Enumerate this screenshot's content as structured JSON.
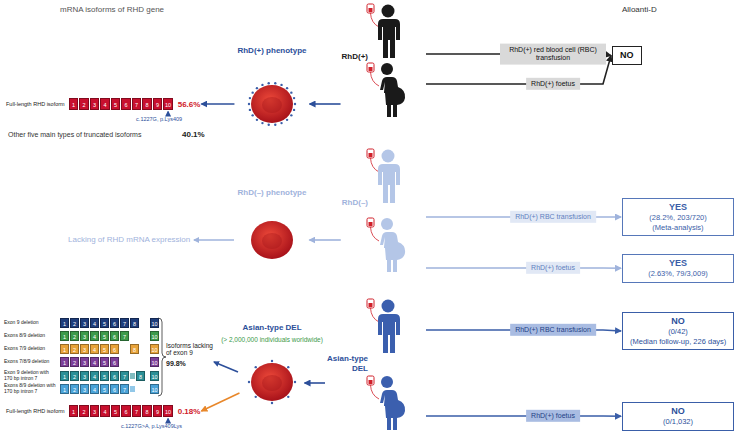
{
  "diagram": {
    "nodes": [
      {
        "text": [
          "Full-length RHD isoform",
          "1",
          "2",
          "3",
          "4",
          "5",
          "6",
          "7",
          "8",
          "9",
          "10",
          "56.6%"
        ]
      },
      {
        "text": [
          "RhD(+) phenotype"
        ]
      },
      {
        "text": [
          "RhD(+)"
        ]
      },
      {
        "text": [
          "NO"
        ]
      },
      {
        "text": [
          "RhD(–) phenotype"
        ]
      },
      {
        "text": [
          "RhD(–)"
        ]
      },
      {
        "text": [
          "YES",
          "(28.2%, 203/720)",
          "(Meta-analysis)"
        ]
      },
      {
        "text": [
          "YES",
          "(2.63%, 79/3,009)"
        ]
      },
      {
        "text": [
          "Exon 9 deletion",
          "1",
          "2",
          "3",
          "4",
          "5",
          "6",
          "7",
          "8",
          "10"
        ]
      },
      {
        "text": [
          "Exons 8/9 deletion",
          "1",
          "2",
          "3",
          "4",
          "5",
          "6",
          "7",
          "10"
        ]
      },
      {
        "text": [
          "Exons 7/9 deletion",
          "1",
          "2",
          "3",
          "4",
          "5",
          "6",
          "8",
          "10"
        ]
      },
      {
        "text": [
          "Exons 7/8/9 deletion",
          "1",
          "2",
          "3",
          "4",
          "5",
          "6",
          "10"
        ]
      },
      {
        "text": [
          "Exon 9 deletion with 170 bp intron 7",
          "1",
          "2",
          "3",
          "4",
          "5",
          "6",
          "7",
          "8",
          "10"
        ]
      },
      {
        "text": [
          "Exons 8/9 deletion with 170 bp intron 7",
          "1",
          "2",
          "3",
          "4",
          "5",
          "6",
          "7",
          "10"
        ]
      },
      {
        "text": [
          "Asian-type DEL"
        ]
      },
      {
        "text": [
          "Full-length RHD isoform",
          "1",
          "2",
          "3",
          "4",
          "5",
          "6",
          "7",
          "8",
          "9",
          "10",
          "0.18%"
        ]
      },
      {
        "text": [
          "Asian-type DEL"
        ]
      },
      {
        "text": [
          "NO",
          "(0/42)",
          "(Median follow-up, 226 days)"
        ]
      },
      {
        "text": [
          "NO",
          "(0/1,032)"
        ]
      }
    ],
    "edges": [
      {
        "from": 2,
        "to": 1,
        "arrow": "to"
      },
      {
        "from": 1,
        "to": 0,
        "arrow": "to"
      },
      {
        "from": 2,
        "to": 3,
        "label": "RhD(+) red blood cell (RBC) transfusion",
        "arrow": "to"
      },
      {
        "from": 2,
        "to": 3,
        "label": "RhD(+) foetus",
        "arrow": "to"
      },
      {
        "from": 5,
        "to": 4,
        "arrow": "to"
      },
      {
        "from": 5,
        "to": 6,
        "label": "RhD(+) RBC transfusion",
        "arrow": "to"
      },
      {
        "from": 5,
        "to": 7,
        "label": "RhD(+) foetus",
        "arrow": "to"
      },
      {
        "from": 16,
        "to": 14,
        "arrow": "to"
      },
      {
        "from": 14,
        "to": 15,
        "arrow": "to"
      },
      {
        "from": 16,
        "to": 17,
        "label": "RhD(+) RBC transfusion",
        "arrow": "to"
      },
      {
        "from": 16,
        "to": 18,
        "label": "RhD(+) foetus",
        "arrow": "to"
      }
    ],
    "labels": [
      "mRNA isoforms of RHD gene",
      "Alloanti-D",
      "c.1227G, p.Lys409",
      "Other five main types of truncated isoforms",
      "40.1%",
      "Lacking of RHD mRNA expression",
      "Isoforms lacking of exon 9",
      "99.8%",
      "(> 2,000,000 individuals worldwide)",
      "c.1227G>A, p.Lys409Lys"
    ]
  }
}
